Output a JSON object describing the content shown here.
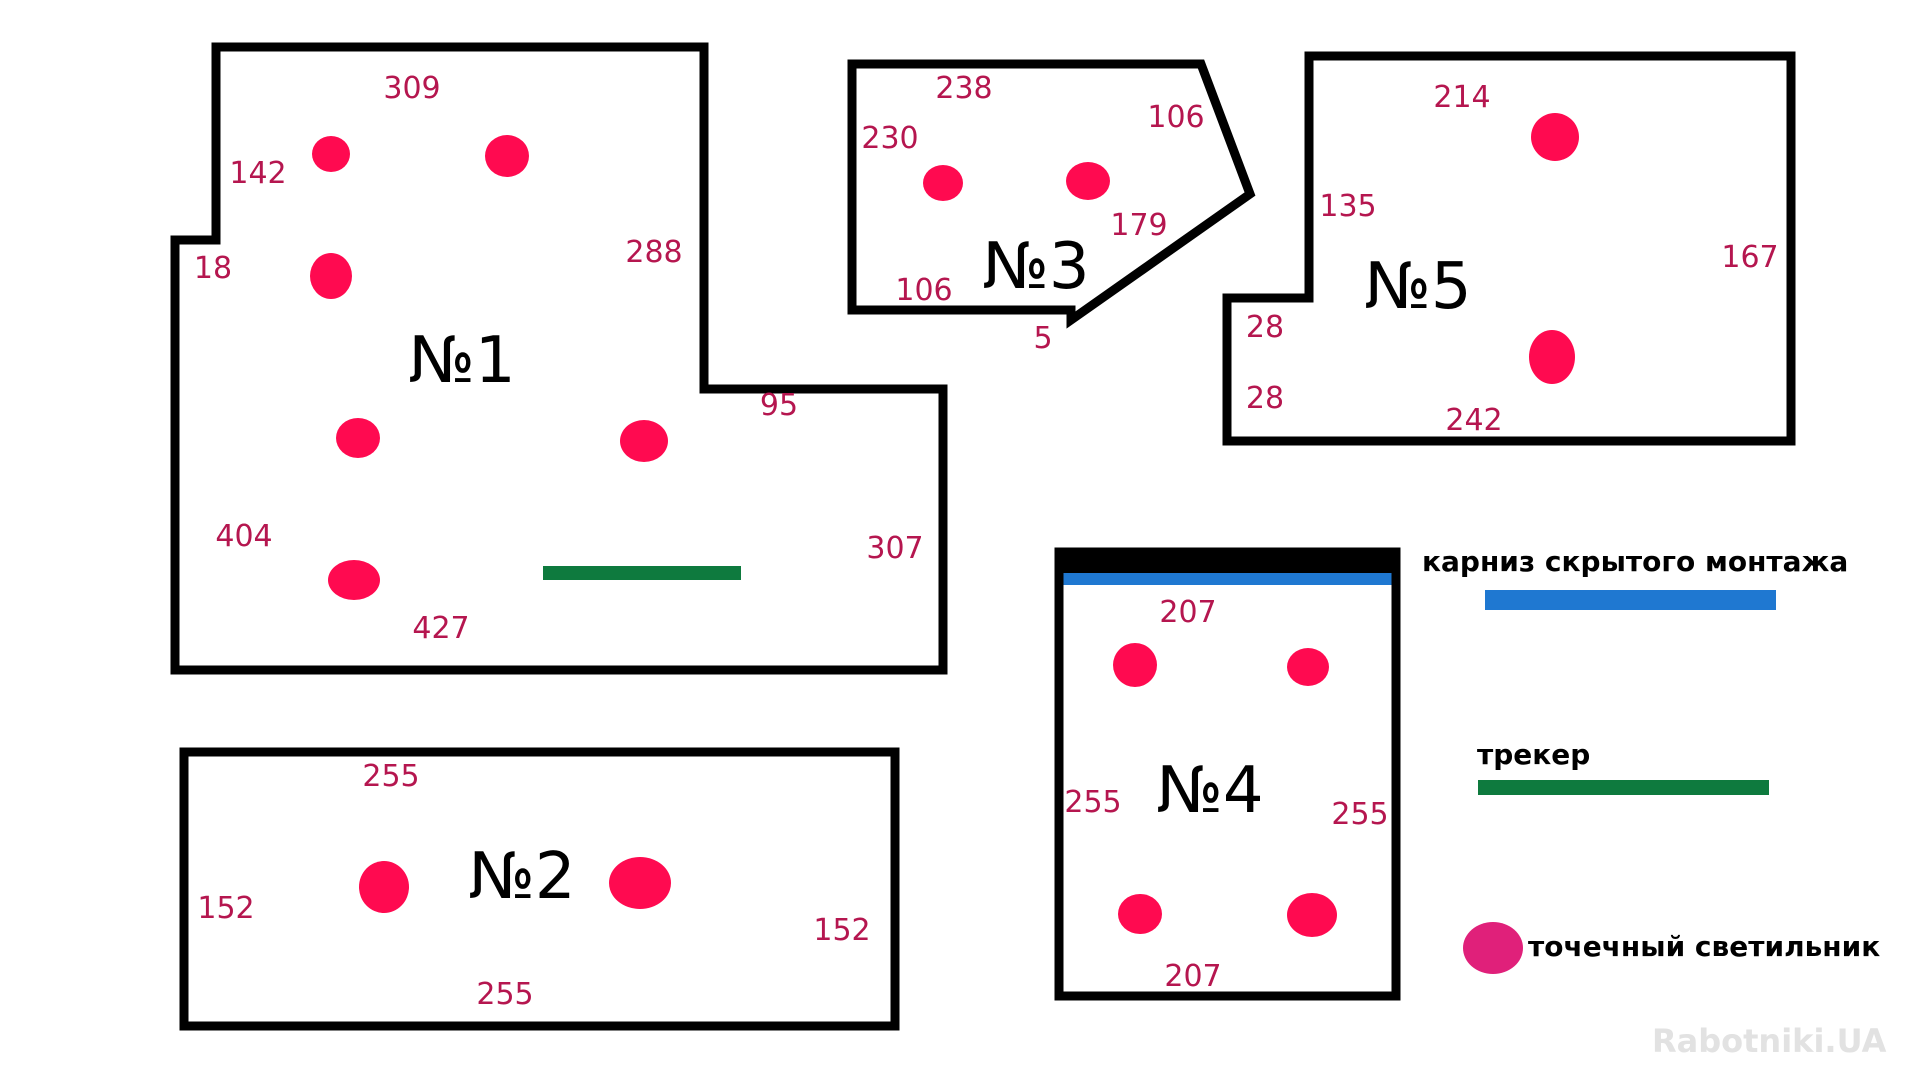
{
  "colors": {
    "wall": "#000000",
    "dimension_text": "#b5164f",
    "spot_light": "#ff0a50",
    "spot_light_legend": "#e0207a",
    "hidden_cornice": "#1f78d1",
    "track": "#0e7a3e"
  },
  "rooms": {
    "room1": {
      "label": "№1",
      "dims": {
        "top": "309",
        "upper_left": "142",
        "left_step": "18",
        "right_upper": "288",
        "step_top": "95",
        "right_lower": "307",
        "left_lower": "404",
        "bottom": "427"
      },
      "spot_lights": 6,
      "has_track": true
    },
    "room2": {
      "label": "№2",
      "dims": {
        "top": "255",
        "left": "152",
        "right": "152",
        "bottom": "255"
      },
      "spot_lights": 2
    },
    "room3": {
      "label": "№3",
      "dims": {
        "top": "238",
        "left": "230",
        "diagonal_top": "106",
        "diagonal_bottom": "179",
        "bottom": "106",
        "corner": "5"
      },
      "spot_lights": 2
    },
    "room4": {
      "label": "№4",
      "dims": {
        "top": "207",
        "left": "255",
        "right": "255",
        "bottom": "207"
      },
      "spot_lights": 4,
      "has_hidden_cornice": true
    },
    "room5": {
      "label": "№5",
      "dims": {
        "top": "214",
        "upper_left": "135",
        "right": "167",
        "step": "28",
        "lower_left": "28",
        "bottom": "242"
      },
      "spot_lights": 2
    }
  },
  "legend": {
    "hidden_cornice": "карниз скрытого монтажа",
    "track": "трекер",
    "spot_light": "точечный светильник"
  },
  "watermark": "Rabotniki.UA"
}
